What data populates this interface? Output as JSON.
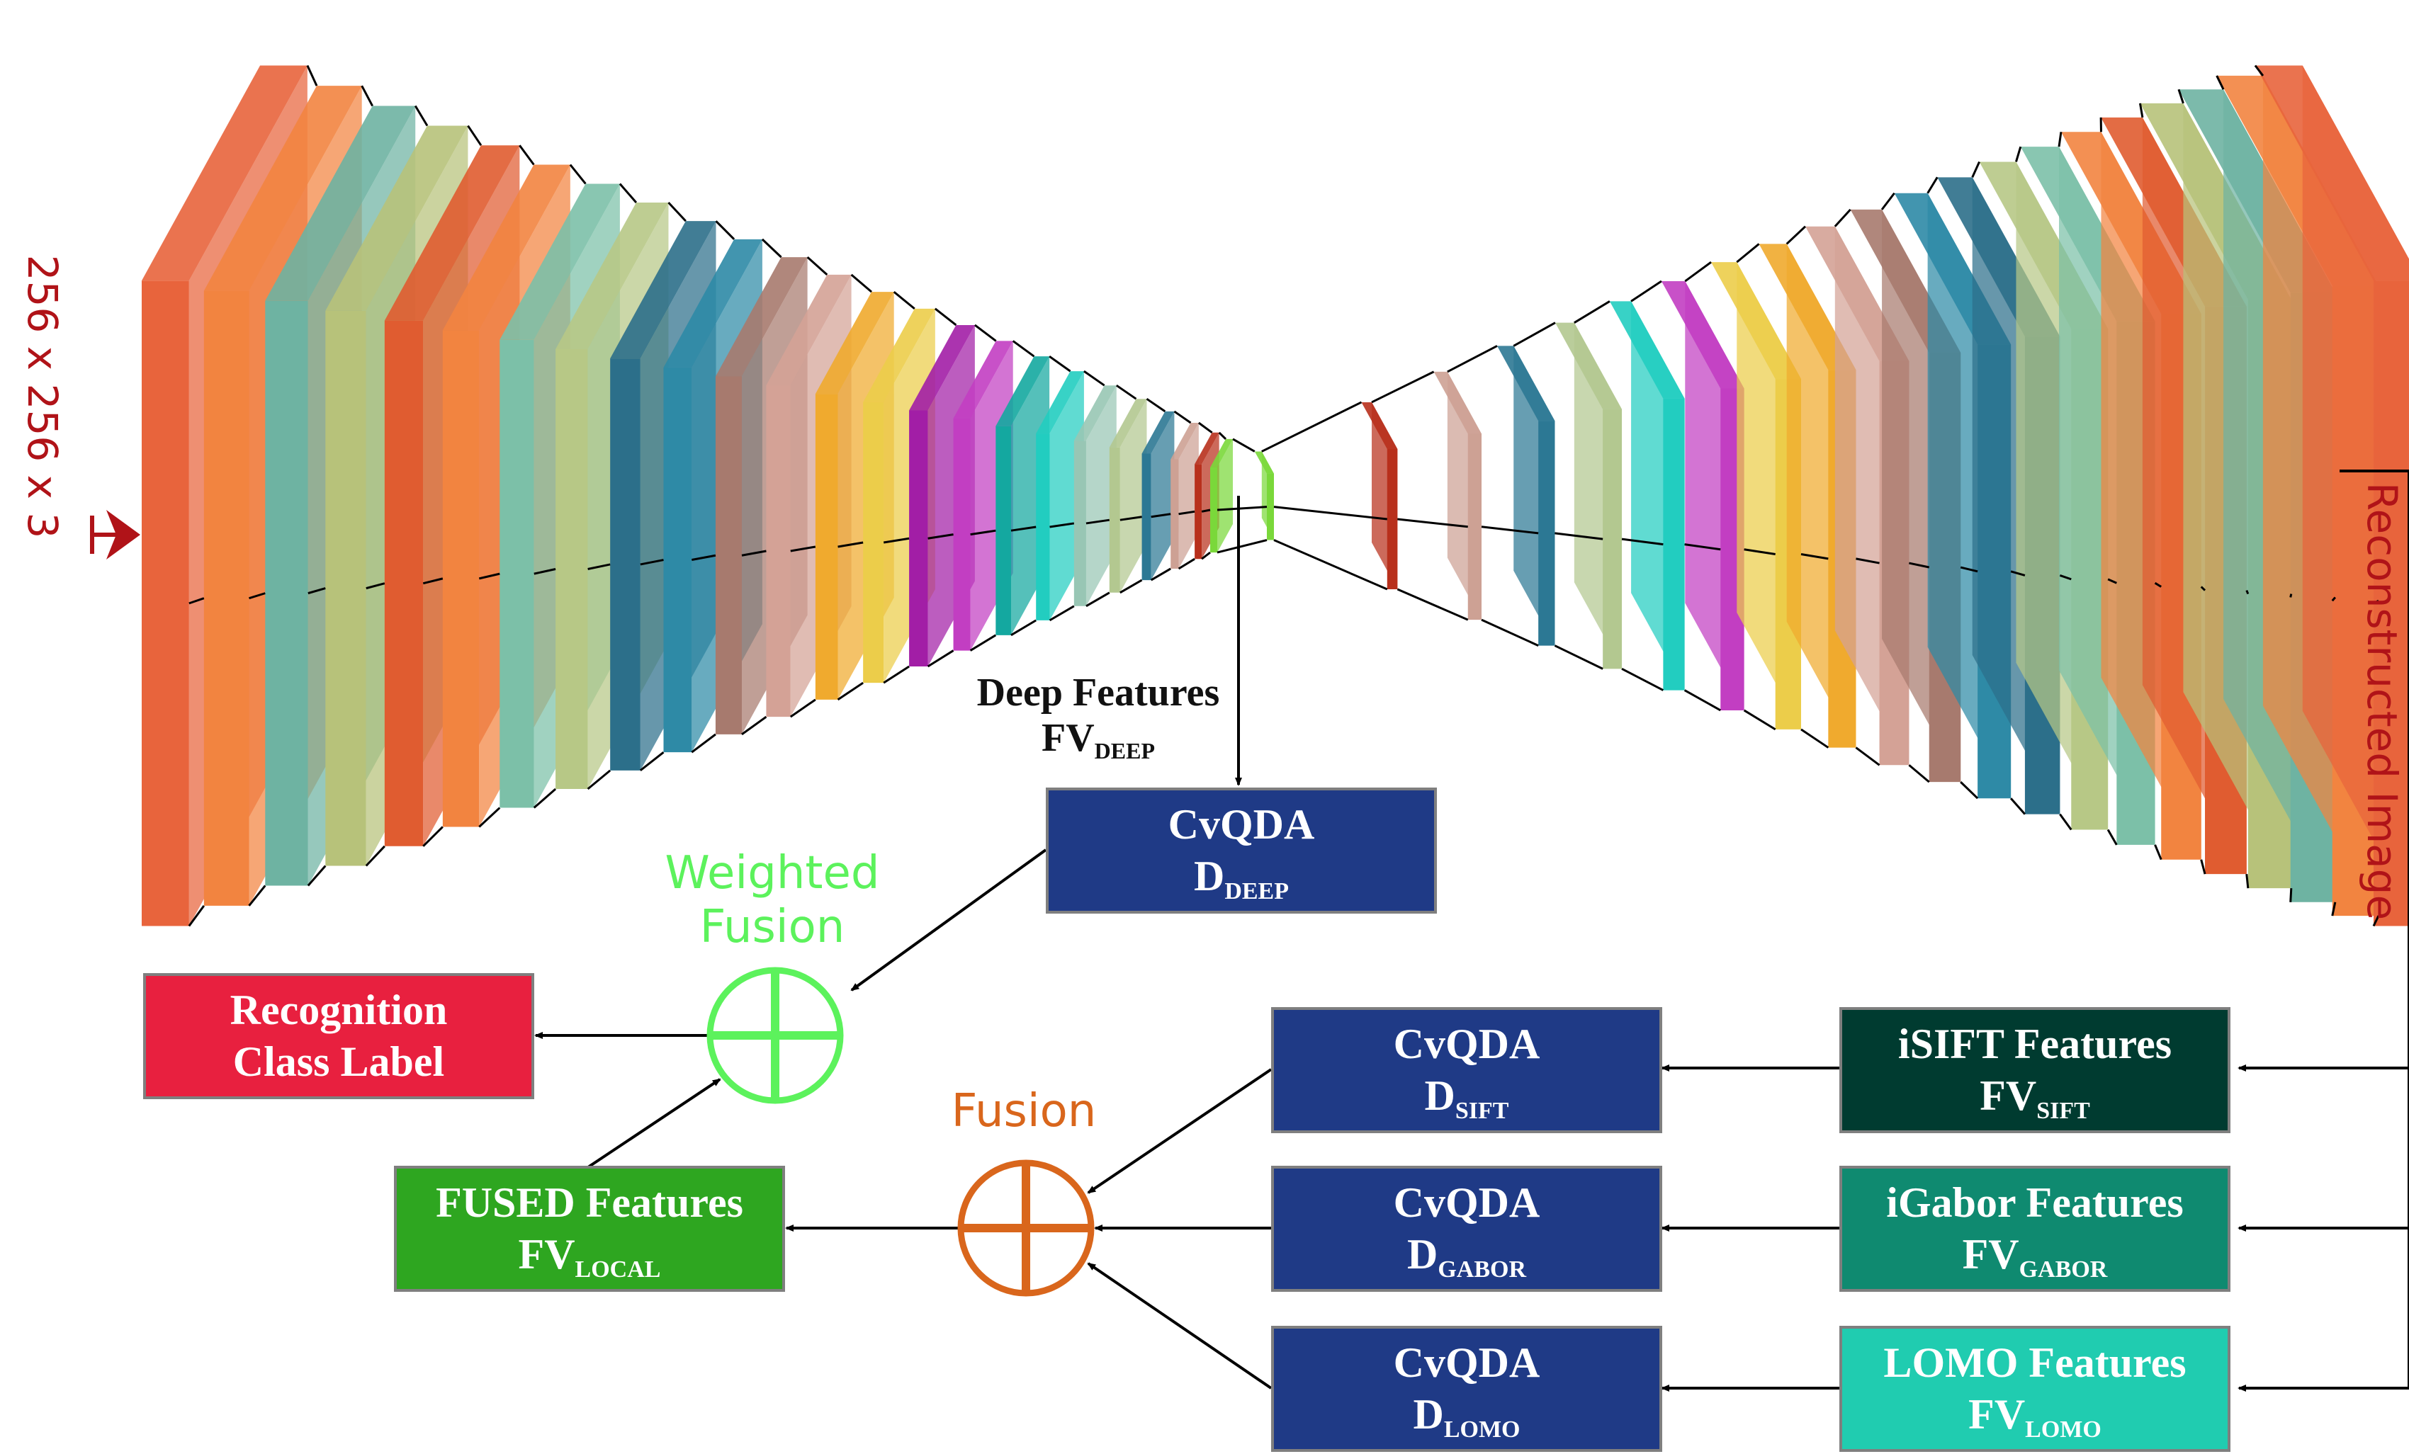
{
  "input_label": "256 x 256 x 3",
  "output_label": "Reconstructed Image",
  "deep_features": {
    "line1": "Deep Features",
    "line2_main": "FV",
    "line2_sub": "DEEP"
  },
  "weighted_fusion": {
    "line1": "Weighted",
    "line2": "Fusion"
  },
  "fusion_label": "Fusion",
  "boxes": {
    "cvqda_deep": {
      "title": "CvQDA",
      "main": "D",
      "sub": "DEEP"
    },
    "recognition": {
      "line1": "Recognition",
      "line2": "Class Label"
    },
    "cvqda_sift": {
      "title": "CvQDA",
      "main": "D",
      "sub": "SIFT"
    },
    "cvqda_gabor": {
      "title": "CvQDA",
      "main": "D",
      "sub": "GABOR"
    },
    "cvqda_lomo": {
      "title": "CvQDA",
      "main": "D",
      "sub": "LOMO"
    },
    "fused": {
      "title": "FUSED Features",
      "main": "FV",
      "sub": "LOCAL"
    },
    "isift": {
      "title": "iSIFT Features",
      "main": "FV",
      "sub": "SIFT"
    },
    "igabor": {
      "title": "iGabor Features",
      "main": "FV",
      "sub": "GABOR"
    },
    "lomo": {
      "title": "LOMO Features",
      "main": "FV",
      "sub": "LOMO"
    }
  },
  "colors": {
    "cvqda_blue": "#1f3a86",
    "recognition_red": "#e8203f",
    "fused_green": "#2ea620",
    "isift_dark": "#003b30",
    "igabor_teal": "#0f8a70",
    "lomo_teal": "#20ccb0",
    "weighted_fusion_green": "#5cf25c",
    "fusion_orange": "#d9661c",
    "input_red": "#b01318"
  },
  "network": {
    "encoder_layers": [
      "#e8643c",
      "#f28440",
      "#6eb3a2",
      "#b7c27a",
      "#e05c30",
      "#f28440",
      "#7cc0a8",
      "#b7c886",
      "#2c6f8a",
      "#2e8aa6",
      "#a77a6e",
      "#d4a296",
      "#f0aa2e",
      "#eccd4a",
      "#a21ea6",
      "#c23ec2",
      "#14a8a0",
      "#22cdc0",
      "#98c6b4",
      "#b3c890",
      "#2c7894",
      "#cda194",
      "#b8301c",
      "#7ad83a"
    ],
    "decoder_layers": [
      "#7ad83a",
      "#b8301c",
      "#cda194",
      "#2c7894",
      "#b3c890",
      "#22cdc0",
      "#c23ec2",
      "#eccd4a",
      "#f0aa2e",
      "#d4a296",
      "#a77a6e",
      "#2e8aa6",
      "#2c6f8a",
      "#b7c886",
      "#7cc0a8",
      "#f28440",
      "#e05c30",
      "#b7c27a",
      "#6eb3a2",
      "#f28440",
      "#e8643c"
    ]
  }
}
